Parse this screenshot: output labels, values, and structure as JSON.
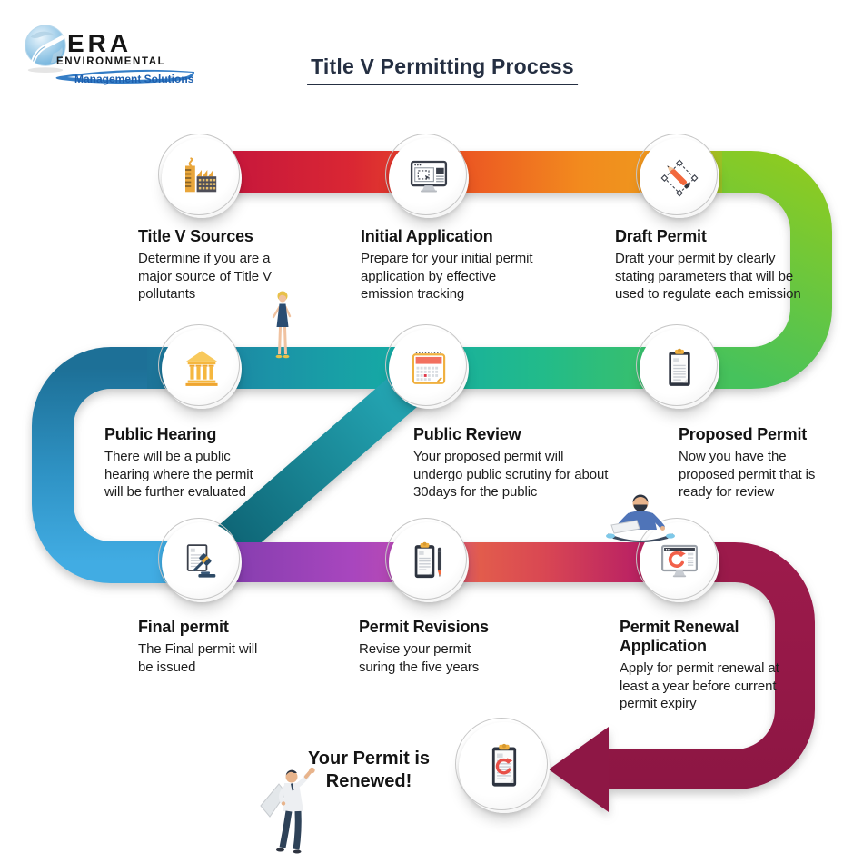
{
  "logo": {
    "brand": "ERA",
    "line2": "ENVIRONMENTAL",
    "tagline": "Management Solutions"
  },
  "header": {
    "title": "Title V Permitting Process"
  },
  "steps": [
    {
      "id": "title-v-sources",
      "title": "Title V Sources",
      "description": "Determine if you are a major source of Title V pollutants",
      "icon": "factory-icon"
    },
    {
      "id": "initial-application",
      "title": "Initial Application",
      "description": "Prepare for your initial permit application by effective emission tracking",
      "icon": "monitor-application-icon"
    },
    {
      "id": "draft-permit",
      "title": "Draft Permit",
      "description": "Draft your permit by clearly stating parameters that will be used to regulate each emission",
      "icon": "pencil-draft-icon"
    },
    {
      "id": "proposed-permit",
      "title": "Proposed Permit",
      "description": "Now you have the proposed permit that is ready for review",
      "icon": "clipboard-icon"
    },
    {
      "id": "public-review",
      "title": "Public Review",
      "description": "Your proposed permit will undergo public scrutiny for about 30days for the public",
      "icon": "calendar-icon"
    },
    {
      "id": "public-hearing",
      "title": "Public Hearing",
      "description": "There will be a public hearing where the permit will be further evaluated",
      "icon": "courthouse-icon"
    },
    {
      "id": "final-permit",
      "title": "Final permit",
      "description": "The Final permit will be issued",
      "icon": "gavel-document-icon"
    },
    {
      "id": "permit-revisions",
      "title": "Permit Revisions",
      "description": "Revise your permit suring the five years",
      "icon": "clipboard-pencil-icon"
    },
    {
      "id": "permit-renewal-application",
      "title": "Permit Renewal Application",
      "description": "Apply for permit renewal at least a year before current permit expiry",
      "icon": "monitor-renewal-icon"
    }
  ],
  "finale": {
    "label": "Your Permit is Renewed!",
    "icon": "clipboard-renewal-icon"
  },
  "decorations": {
    "figures": [
      "standing-woman-figure",
      "man-with-laptop-figure",
      "celebrating-man-figure"
    ]
  },
  "palette": {
    "ribbon_red": "#C31238",
    "ribbon_orange": "#F2881E",
    "ribbon_green": "#7CC327",
    "ribbon_emerald": "#22BB8A",
    "ribbon_teal": "#15ACA4",
    "ribbon_steel_blue": "#1D7097",
    "ribbon_light_blue": "#41ACE3",
    "ribbon_purple": "#9A41B8",
    "ribbon_salmon": "#E25C4C",
    "ribbon_maroon": "#9C1A4B",
    "title_color": "#252F42",
    "text_color": "#1d1d1d",
    "tagline_blue": "#1E5FAE"
  }
}
